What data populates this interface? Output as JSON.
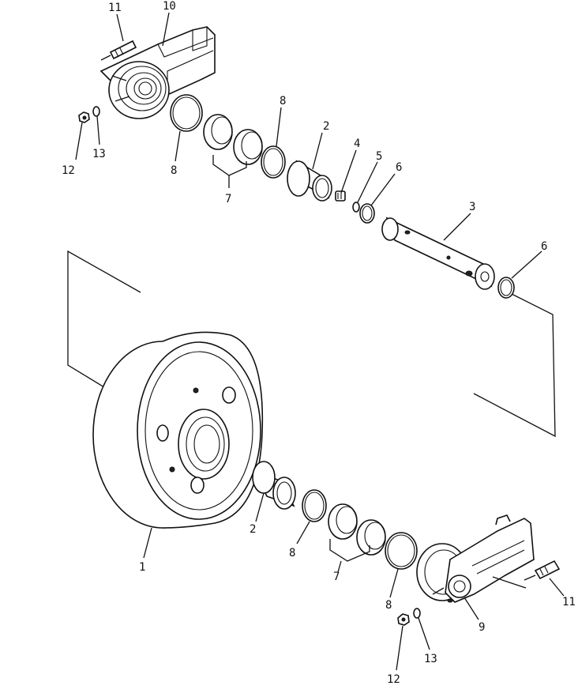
{
  "callouts": [
    {
      "id": "c1",
      "text": "1"
    },
    {
      "id": "c2a",
      "text": "2"
    },
    {
      "id": "c2b",
      "text": "2"
    },
    {
      "id": "c3",
      "text": "3"
    },
    {
      "id": "c4",
      "text": "4"
    },
    {
      "id": "c5",
      "text": "5"
    },
    {
      "id": "c6a",
      "text": "6"
    },
    {
      "id": "c6b",
      "text": "6"
    },
    {
      "id": "c7a",
      "text": "7"
    },
    {
      "id": "c7b",
      "text": "7"
    },
    {
      "id": "c8a",
      "text": "8"
    },
    {
      "id": "c8b",
      "text": "8"
    },
    {
      "id": "c8c",
      "text": "8"
    },
    {
      "id": "c8d",
      "text": "8"
    },
    {
      "id": "c9",
      "text": "9"
    },
    {
      "id": "c10",
      "text": "10"
    },
    {
      "id": "c11a",
      "text": "11"
    },
    {
      "id": "c11b",
      "text": "11"
    },
    {
      "id": "c12a",
      "text": "12"
    },
    {
      "id": "c12b",
      "text": "12"
    },
    {
      "id": "c13a",
      "text": "13"
    },
    {
      "id": "c13b",
      "text": "13"
    }
  ]
}
